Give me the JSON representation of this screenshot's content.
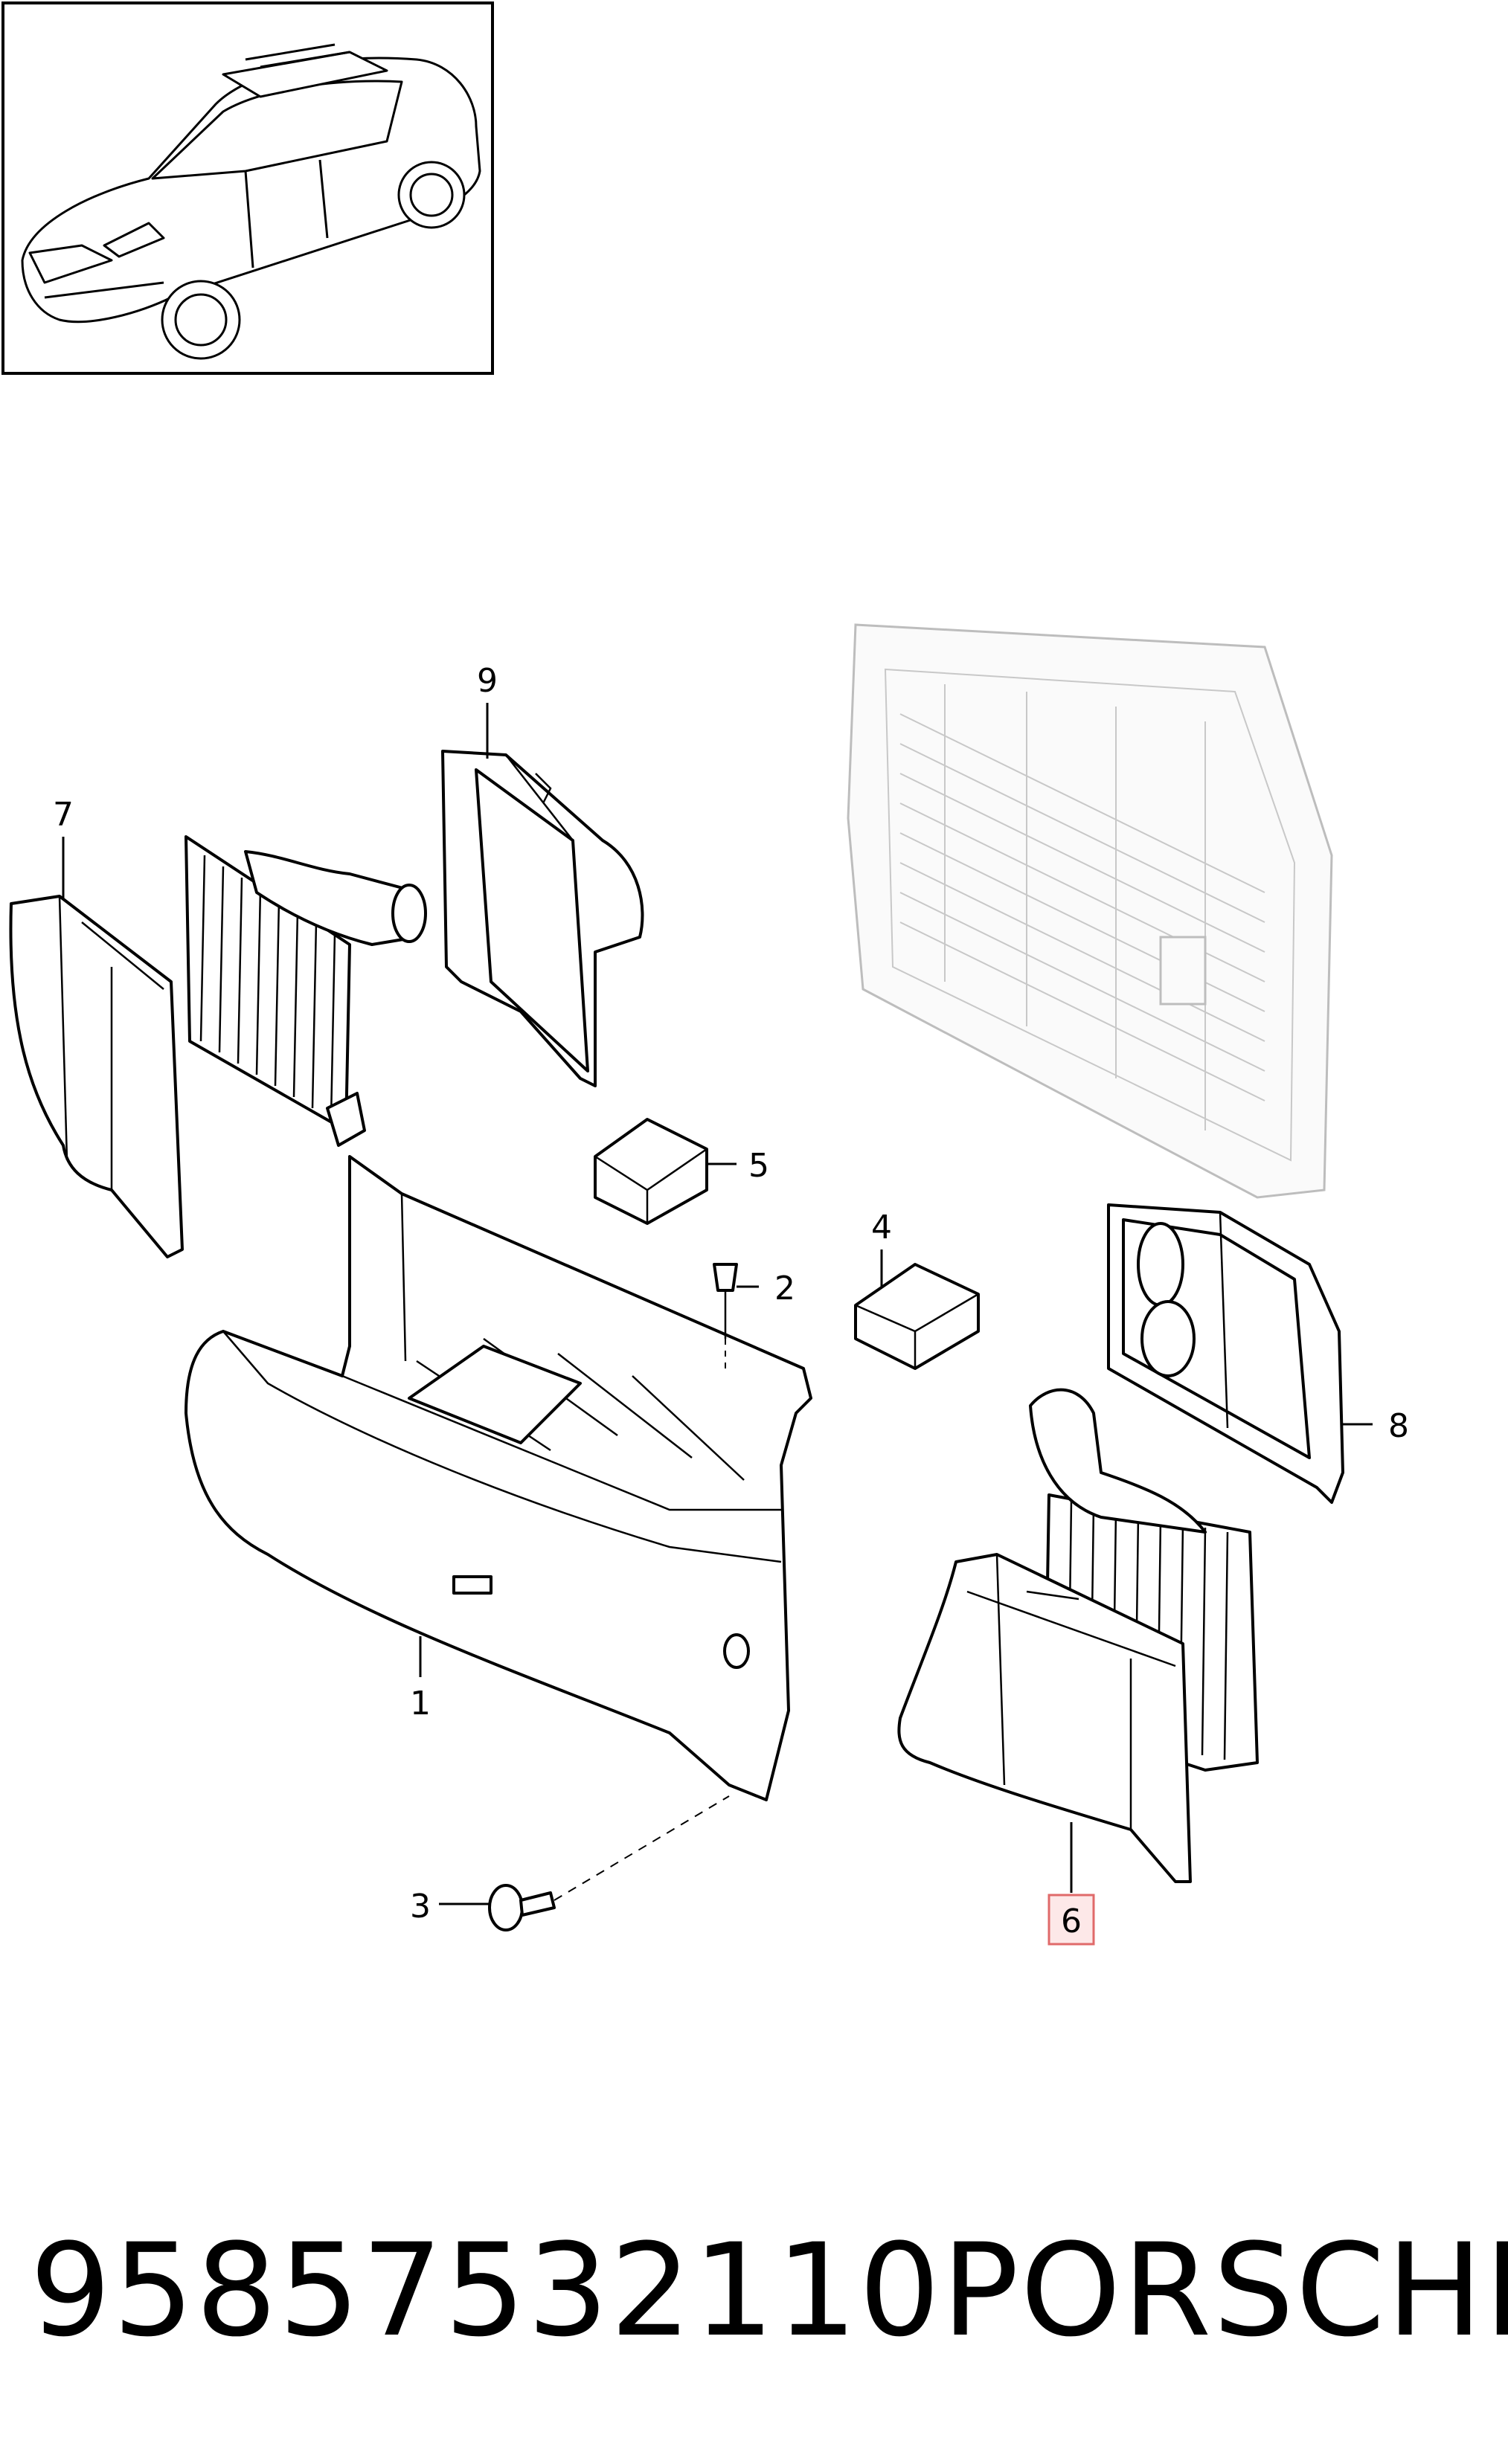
{
  "thumbnail": {
    "icon": "car-suv-icon"
  },
  "callouts": [
    {
      "id": "1",
      "label": "1"
    },
    {
      "id": "2",
      "label": "2"
    },
    {
      "id": "3",
      "label": "3"
    },
    {
      "id": "4",
      "label": "4"
    },
    {
      "id": "5",
      "label": "5"
    },
    {
      "id": "6",
      "label": "6",
      "highlighted": true
    },
    {
      "id": "7",
      "label": "7"
    },
    {
      "id": "8",
      "label": "8"
    },
    {
      "id": "9",
      "label": "9"
    }
  ],
  "caption": {
    "part_number": "95857532110",
    "brand": "PORSCHE"
  },
  "colors": {
    "line": "#000000",
    "ghost": "#bdbdbd",
    "highlight_border": "#e06a6a",
    "highlight_fill": "#fde8e8"
  }
}
